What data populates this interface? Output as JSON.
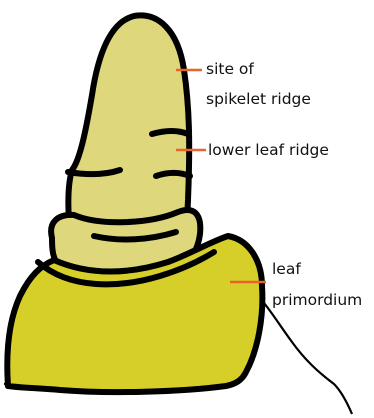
{
  "diagram": {
    "labels": {
      "spikelet_line1": "site of",
      "spikelet_line2": "spikelet ridge",
      "lower_leaf_ridge": "lower leaf ridge",
      "leaf_line1": "leaf",
      "leaf_line2": "primordium"
    },
    "colors": {
      "apex_fill": "#dfd77b",
      "primordium_fill": "#d6cf29",
      "outline": "#000000",
      "leader_line": "#e8642a"
    }
  }
}
